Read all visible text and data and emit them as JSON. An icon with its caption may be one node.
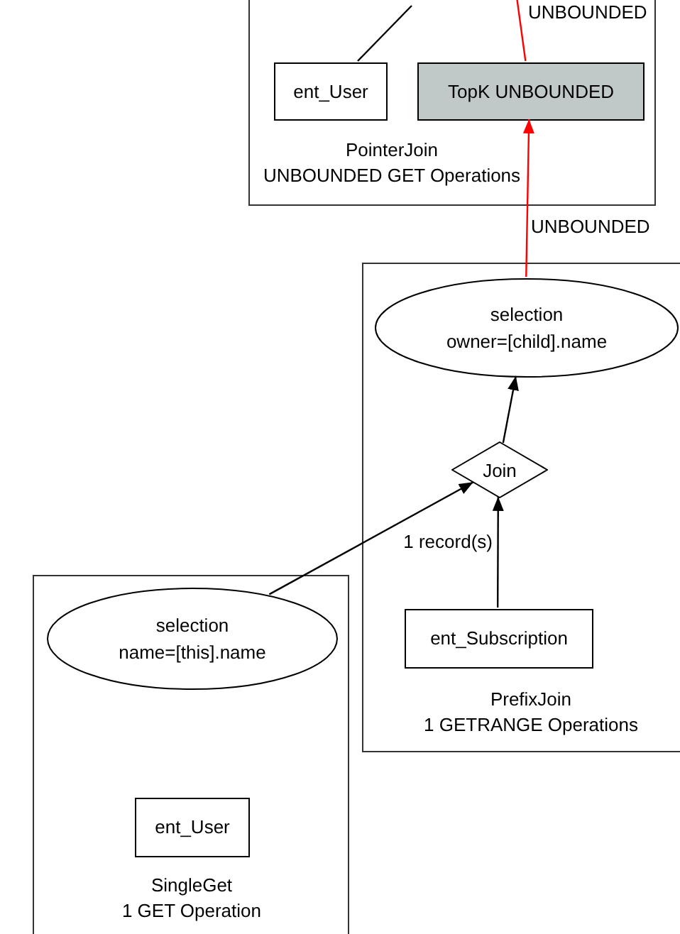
{
  "diagram": {
    "nodes": [
      {
        "text": [
          "PointerJoin",
          "UNBOUNDED GET Operations"
        ]
      },
      {
        "text": [
          "ent_User"
        ],
        "in": 0
      },
      {
        "text": [
          "TopK UNBOUNDED"
        ],
        "in": 0
      },
      {
        "text": [
          "PrefixJoin",
          "1 GETRANGE Operations"
        ]
      },
      {
        "text": [
          "selection",
          "owner=[child].name"
        ],
        "in": 3
      },
      {
        "text": [
          "Join"
        ],
        "in": 3
      },
      {
        "text": [
          "ent_Subscription"
        ],
        "in": 3
      },
      {
        "text": [
          "SingleGet",
          "1 GET Operation"
        ]
      },
      {
        "text": [
          "selection",
          "name=[this].name"
        ],
        "in": 7
      },
      {
        "text": [
          "ent_User"
        ],
        "in": 7
      }
    ],
    "edges": [
      {
        "from": null,
        "to": 1,
        "arrow": "none"
      },
      {
        "from": null,
        "to": 2,
        "arrow": "none",
        "label": "UNBOUNDED",
        "color": "#ff0000"
      },
      {
        "from": 4,
        "to": 2,
        "arrow": "to",
        "label": "UNBOUNDED",
        "color": "#ff0000"
      },
      {
        "from": 5,
        "to": 4,
        "arrow": "to"
      },
      {
        "from": 6,
        "to": 5,
        "arrow": "to",
        "label": "1 record(s)"
      },
      {
        "from": 8,
        "to": 5,
        "arrow": "to"
      }
    ]
  }
}
